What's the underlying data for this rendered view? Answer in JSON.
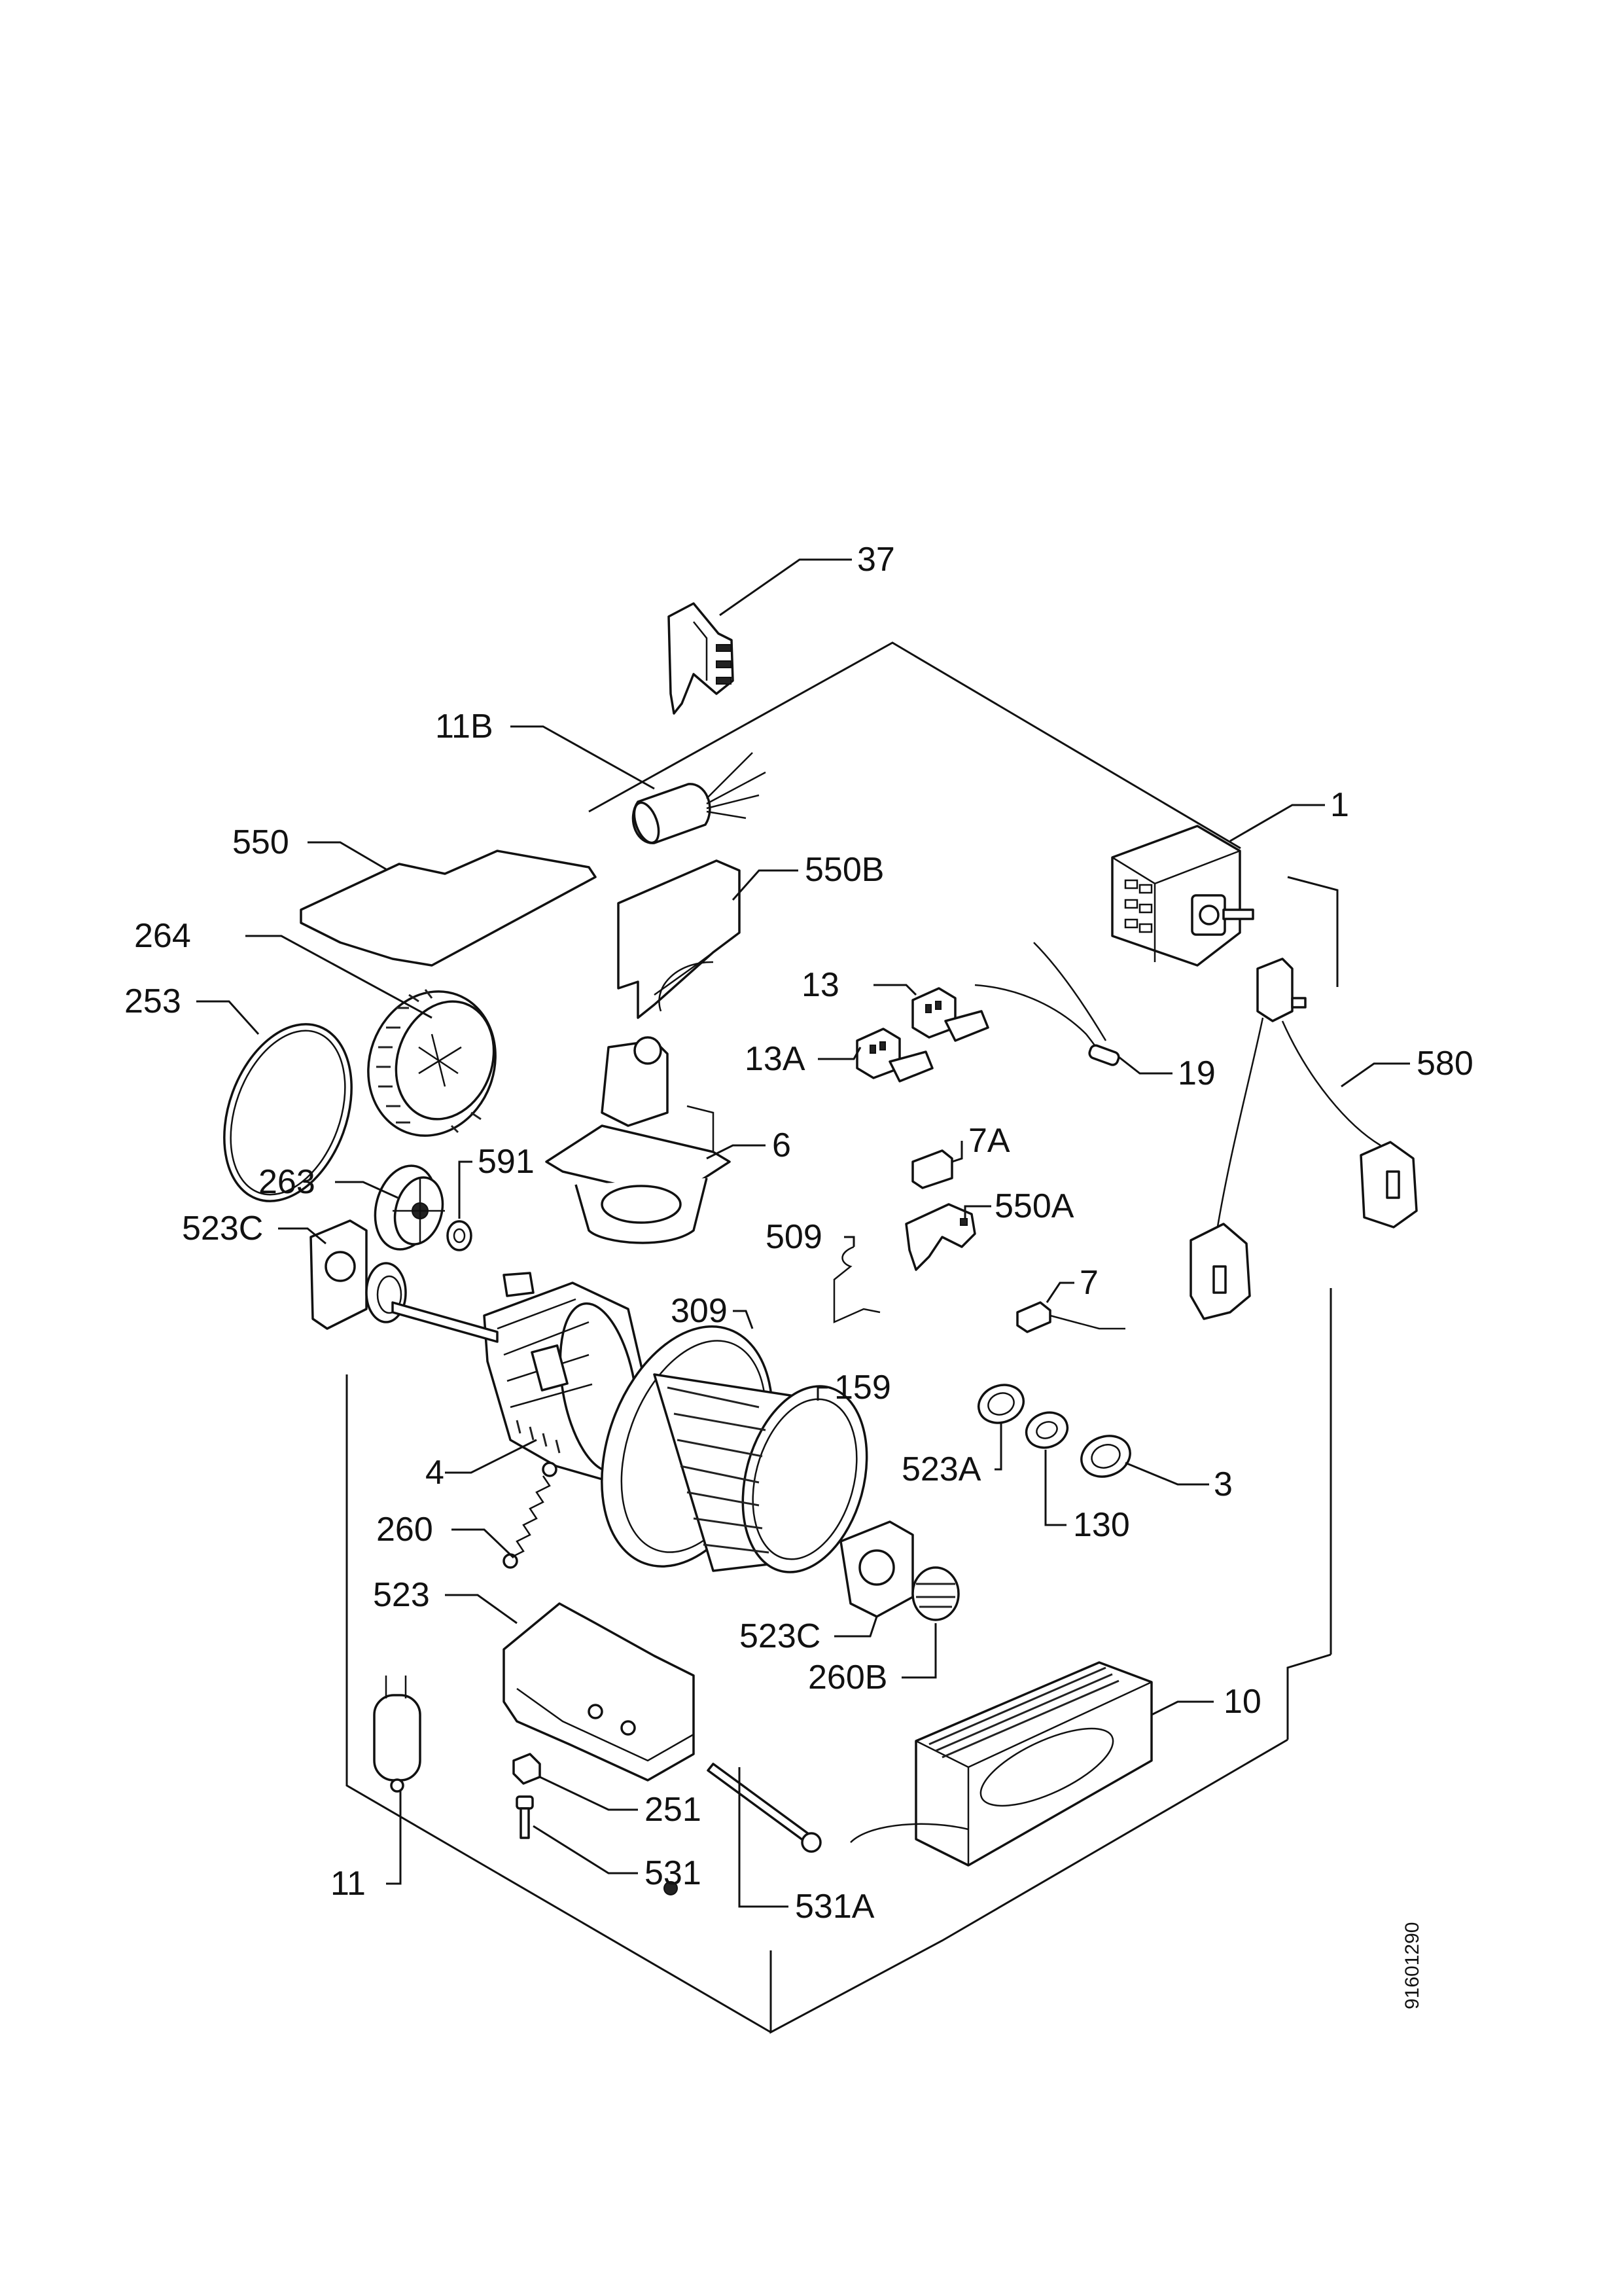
{
  "diagram": {
    "document_number": "91601290",
    "callouts": [
      {
        "id": "37",
        "text": "37"
      },
      {
        "id": "11B",
        "text": "11B"
      },
      {
        "id": "550",
        "text": "550"
      },
      {
        "id": "550B",
        "text": "550B"
      },
      {
        "id": "1",
        "text": "1"
      },
      {
        "id": "264",
        "text": "264"
      },
      {
        "id": "253",
        "text": "253"
      },
      {
        "id": "13",
        "text": "13"
      },
      {
        "id": "13A",
        "text": "13A"
      },
      {
        "id": "19",
        "text": "19"
      },
      {
        "id": "580",
        "text": "580"
      },
      {
        "id": "6",
        "text": "6"
      },
      {
        "id": "591",
        "text": "591"
      },
      {
        "id": "263",
        "text": "263"
      },
      {
        "id": "7A",
        "text": "7A"
      },
      {
        "id": "550A",
        "text": "550A"
      },
      {
        "id": "523C_upper",
        "text": "523C"
      },
      {
        "id": "509",
        "text": "509"
      },
      {
        "id": "7",
        "text": "7"
      },
      {
        "id": "309",
        "text": "309"
      },
      {
        "id": "159",
        "text": "159"
      },
      {
        "id": "4",
        "text": "4"
      },
      {
        "id": "523A",
        "text": "523A"
      },
      {
        "id": "3",
        "text": "3"
      },
      {
        "id": "130",
        "text": "130"
      },
      {
        "id": "260",
        "text": "260"
      },
      {
        "id": "523",
        "text": "523"
      },
      {
        "id": "523C_lower",
        "text": "523C"
      },
      {
        "id": "260B",
        "text": "260B"
      },
      {
        "id": "10",
        "text": "10"
      },
      {
        "id": "251",
        "text": "251"
      },
      {
        "id": "11",
        "text": "11"
      },
      {
        "id": "531",
        "text": "531"
      },
      {
        "id": "531A",
        "text": "531A"
      }
    ]
  }
}
